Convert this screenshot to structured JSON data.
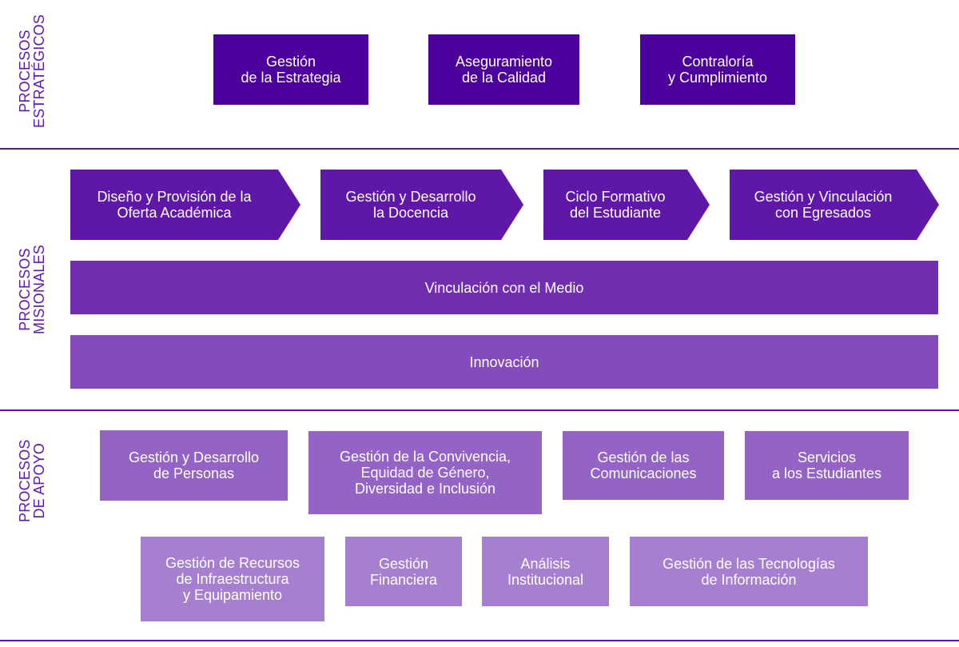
{
  "colors": {
    "strategic": "#4c009c",
    "misional_arrow": "#5f17a8",
    "vinculacion_band": "#722eb0",
    "innovacion_band": "#854abb",
    "apoyo_row1": "#9463c6",
    "apoyo_row2": "#a67fd0",
    "label_text": "#5e17b1",
    "divider": "#5b13a6"
  },
  "sections": {
    "estrategicos": {
      "label": "PROCESOS\nESTRATÉGICOS",
      "boxes": [
        "Gestión\nde la Estrategia",
        "Aseguramiento\nde la Calidad",
        "Contraloría\ny Cumplimiento"
      ]
    },
    "misionales": {
      "label": "PROCESOS\nMISIONALES",
      "arrows": [
        "Diseño y Provisión de la\nOferta Académica",
        "Gestión y Desarrollo\nla Docencia",
        "Ciclo Formativo\ndel Estudiante",
        "Gestión y Vinculación\ncon Egresados"
      ],
      "bands": [
        "Vinculación con el Medio",
        "Innovación"
      ]
    },
    "apoyo": {
      "label": "PROCESOS\nDE APOYO",
      "row1": [
        "Gestión y Desarrollo\nde Personas",
        "Gestión de la Convivencia,\nEquidad de Género,\nDiversidad e Inclusión",
        "Gestión de las\nComunicaciones",
        "Servicios\na los Estudiantes"
      ],
      "row2": [
        "Gestión de Recursos\nde Infraestructura\ny Equipamiento",
        "Gestión\nFinanciera",
        "Análisis\nInstitucional",
        "Gestión de las Tecnologías\nde Información"
      ]
    }
  }
}
